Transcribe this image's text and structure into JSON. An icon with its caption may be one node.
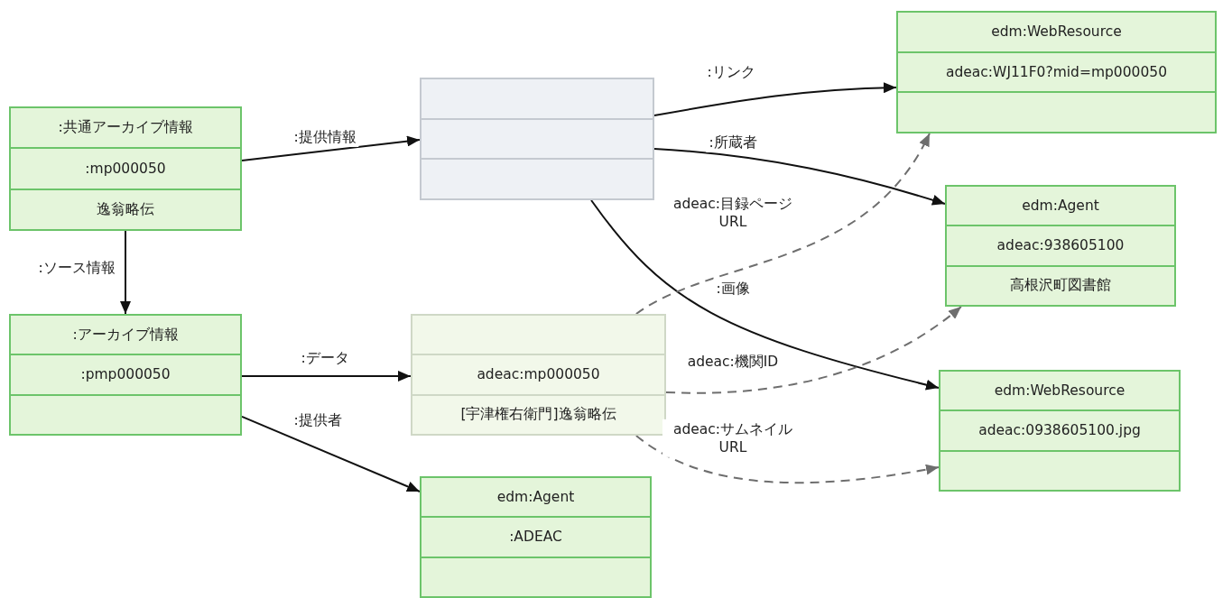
{
  "diagram": {
    "nodes": [
      {
        "text": [
          ":共通アーカイブ情報",
          ":mp000050",
          "逸翁略伝"
        ]
      },
      {
        "text": [],
        "shape": "box"
      },
      {
        "text": [
          ":アーカイブ情報",
          ":pmp000050"
        ]
      },
      {
        "text": [
          "adeac:mp000050",
          "[宇津権右衛門]逸翁略伝"
        ]
      },
      {
        "text": [
          "edm:Agent",
          ":ADEAC"
        ]
      },
      {
        "text": [
          "edm:WebResource",
          "adeac:WJ11F0?mid=mp000050"
        ]
      },
      {
        "text": [
          "edm:Agent",
          "adeac:938605100",
          "高根沢町図書館"
        ]
      },
      {
        "text": [
          "edm:WebResource",
          "adeac:0938605100.jpg"
        ]
      }
    ],
    "edges": [
      {
        "from": 0,
        "to": 1,
        "arrow": "to",
        "label": ":提供情報"
      },
      {
        "from": 0,
        "to": 2,
        "arrow": "to",
        "label": ":ソース情報"
      },
      {
        "from": 2,
        "to": 3,
        "arrow": "to",
        "label": ":データ"
      },
      {
        "from": 2,
        "to": 4,
        "arrow": "to",
        "label": ":提供者"
      },
      {
        "from": 1,
        "to": 5,
        "arrow": "to",
        "label": ":リンク"
      },
      {
        "from": 1,
        "to": 6,
        "arrow": "to",
        "label": ":所蔵者"
      },
      {
        "from": 1,
        "to": 7,
        "arrow": "to",
        "label": ":画像"
      },
      {
        "from": 3,
        "to": 5,
        "arrow": "to",
        "label": "adeac:目録ページ URL",
        "style": "dashed",
        "color": "#6e6e6e"
      },
      {
        "from": 3,
        "to": 6,
        "arrow": "to",
        "label": "adeac:機関ID",
        "style": "dashed",
        "color": "#6e6e6e"
      },
      {
        "from": 3,
        "to": 7,
        "arrow": "to",
        "label": "adeac:サムネイル URL",
        "style": "dashed",
        "color": "#6e6e6e"
      }
    ]
  }
}
